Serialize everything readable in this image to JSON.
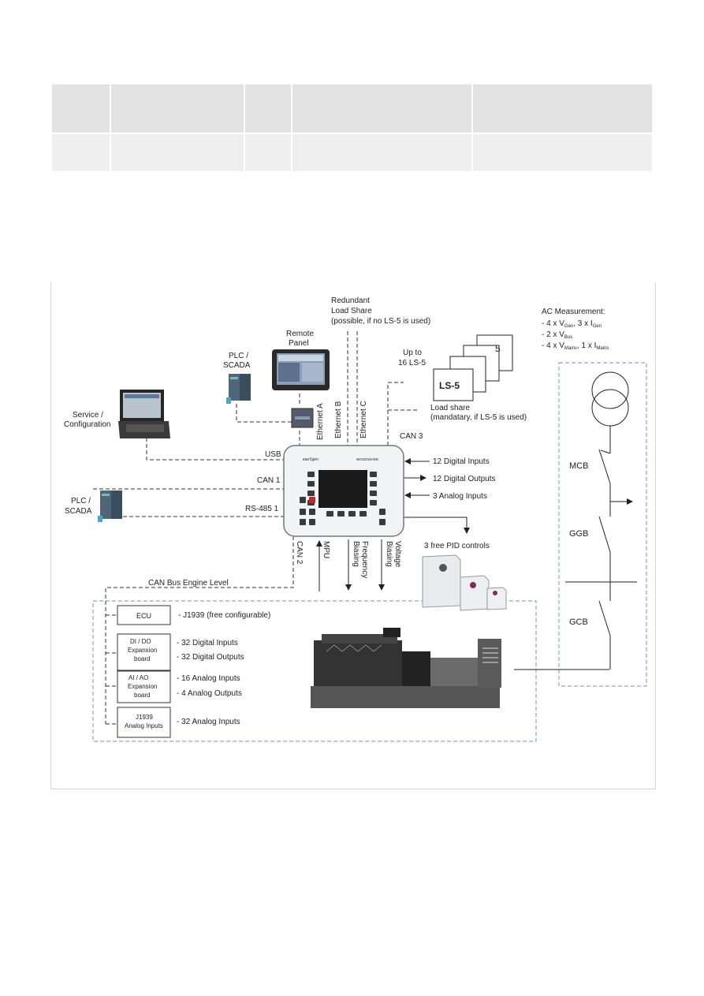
{
  "labels": {
    "redundant_load_share": [
      "Redundant",
      "Load Share",
      "(possible, if no LS-5 is used)"
    ],
    "remote_panel": [
      "Remote",
      "Panel"
    ],
    "plc_scada_top": [
      "PLC /",
      "SCADA"
    ],
    "plc_scada_left": [
      "PLC /",
      "SCADA"
    ],
    "service_config": [
      "Service /",
      "Configuration"
    ],
    "up_to_ls5": [
      "Up to",
      "16 LS-5"
    ],
    "ls5": "LS-5",
    "ls5_back": "5",
    "load_share_mandatory": [
      "Load share",
      "(mandatary, if LS-5 is used)"
    ],
    "ethernet_a": "Ethernet A",
    "ethernet_b": "Ethernet B",
    "ethernet_c": "Ethernet C",
    "can3": "CAN 3",
    "usb": "USB",
    "can1": "CAN 1",
    "rs485": "RS-485 1",
    "can2": "CAN 2",
    "mpu": "MPU",
    "freq_biasing": [
      "Frequency",
      "Biasing"
    ],
    "volt_biasing": [
      "Voltage",
      "Biasing"
    ],
    "digital_inputs": "12 Digital Inputs",
    "digital_outputs": "12 Digital Outputs",
    "analog_inputs": "3 Analog Inputs",
    "pid_controls": "3 free PID controls",
    "can_bus_engine": "CAN Bus Engine Level",
    "ecu": "ECU",
    "ecu_desc": "- J1939 (free configurable)",
    "dido_box": [
      "DI / DO",
      "Expansion",
      "board"
    ],
    "dido_desc": [
      "- 32 Digital Inputs",
      "- 32 Digital Outputs"
    ],
    "aiao_box": [
      "AI / AO",
      "Expansion",
      "board"
    ],
    "aiao_desc": [
      "- 16 Analog Inputs",
      "-   4 Analog Outputs"
    ],
    "j1939_box": [
      "J1939",
      "Analog Inputs"
    ],
    "j1939_desc": "- 32 Analog Inputs",
    "ac_title": "AC Measurement:",
    "ac_lines": [
      "- 4 x V",
      "Gen",
      ", 3 x I",
      "Gen",
      "- 2 x V",
      "Bus",
      "- 4 x V",
      "Mains",
      ", 1 x I",
      "Mains"
    ],
    "mcb": "MCB",
    "ggb": "GGB",
    "gcb": "GCB",
    "device_brand": "easYgen",
    "device_maker": "WOODWARD"
  },
  "colors": {
    "dash_blue": "#6b8fd6",
    "line": "#222222",
    "device_body": "#f2f3f5",
    "screen": "#1a1a1a",
    "device_button": "#3a3a3a",
    "alert_button": "#c0282d"
  }
}
